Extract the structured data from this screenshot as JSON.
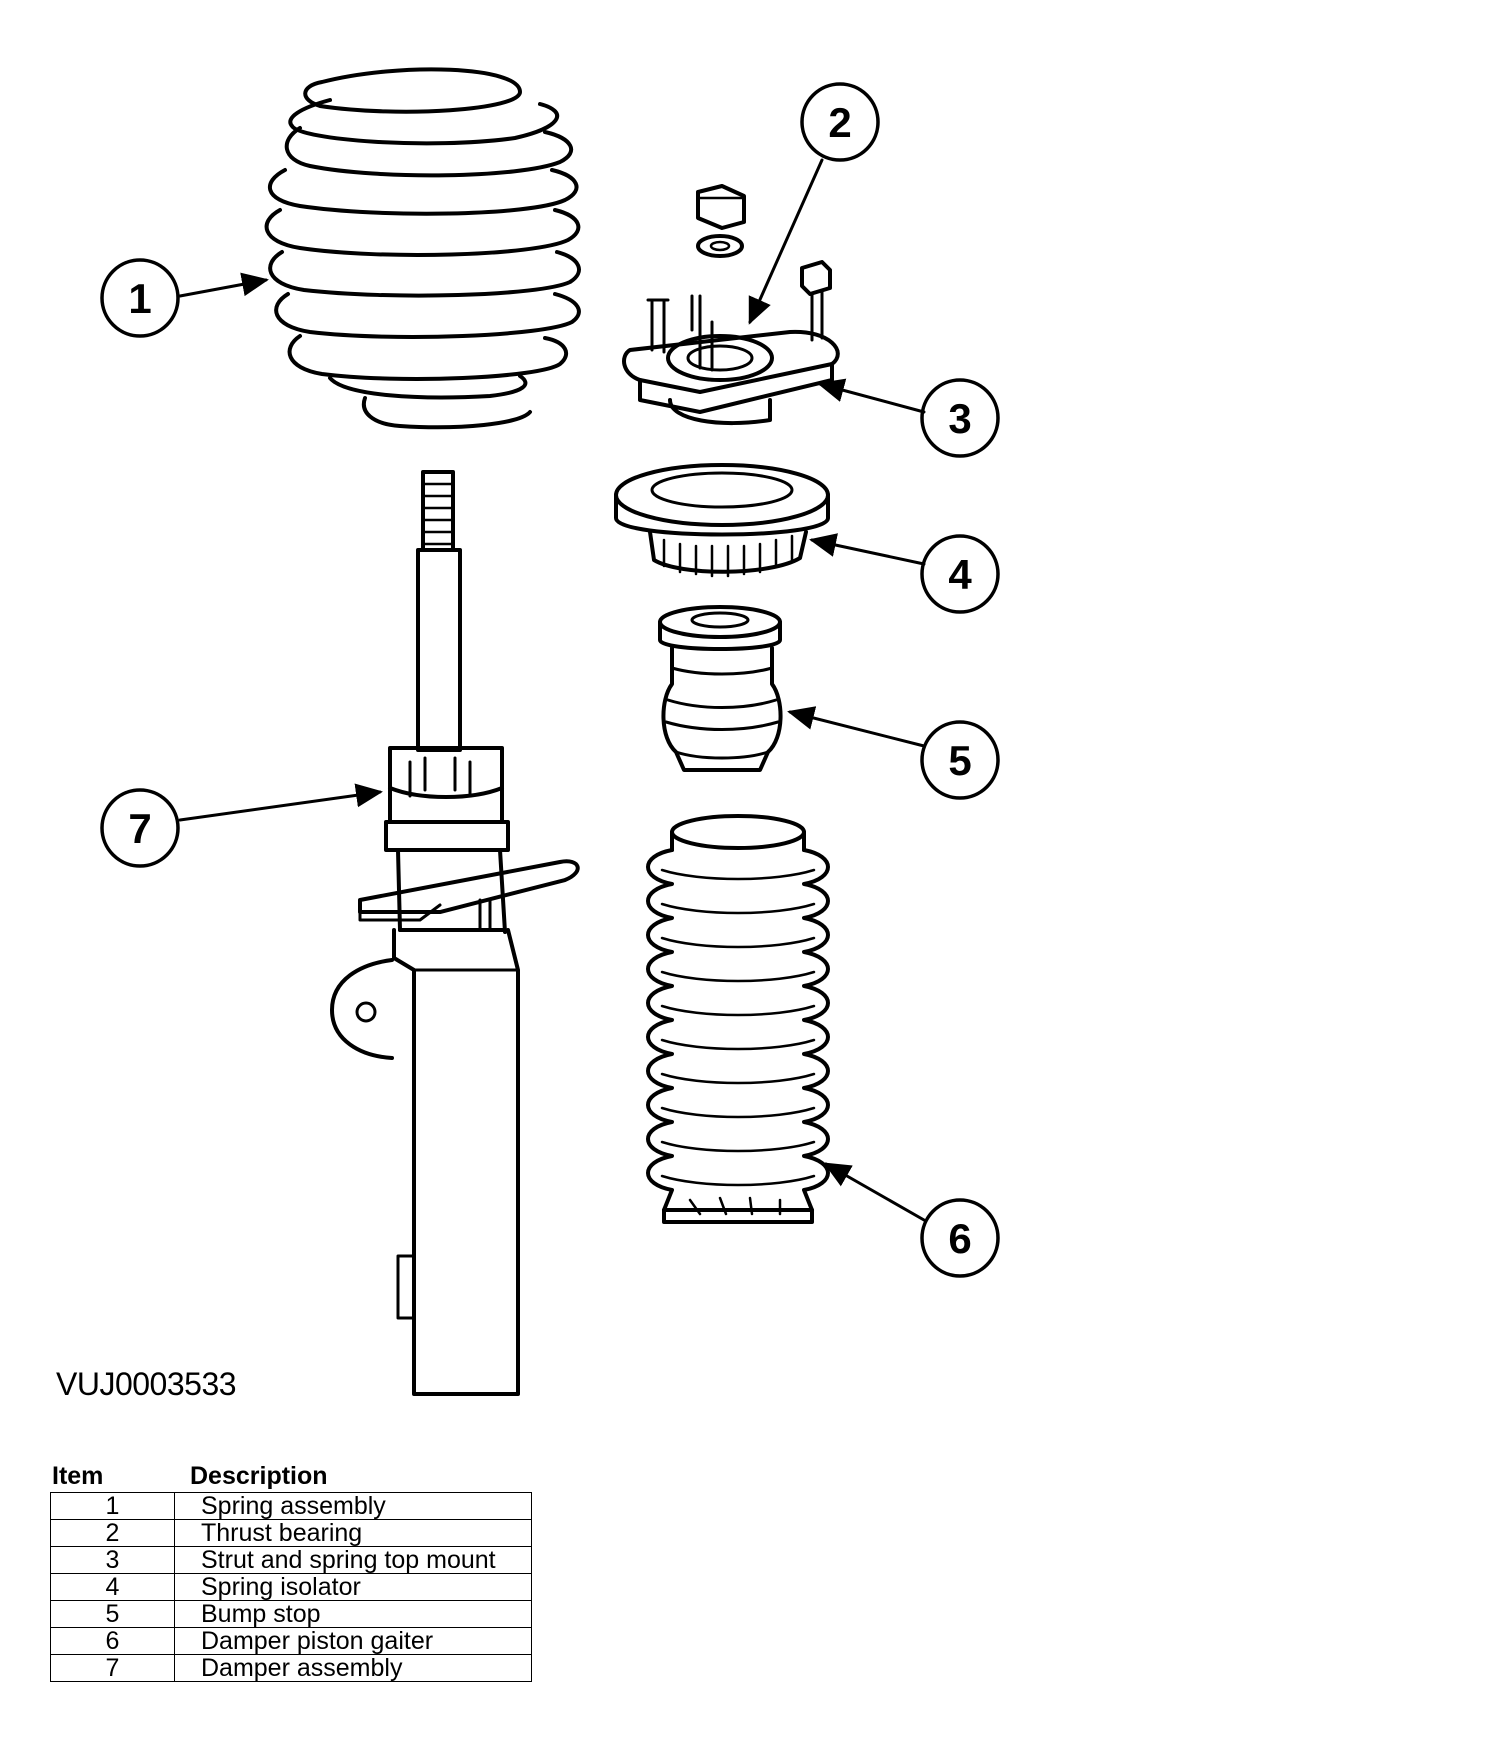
{
  "callouts": [
    "1",
    "2",
    "3",
    "4",
    "5",
    "6",
    "7"
  ],
  "figure_id": "VUJ0003533",
  "legend": {
    "header_item": "Item",
    "header_description": "Description",
    "rows": [
      {
        "item": "1",
        "description": "Spring assembly"
      },
      {
        "item": "2",
        "description": "Thrust bearing"
      },
      {
        "item": "3",
        "description": "Strut and spring top mount"
      },
      {
        "item": "4",
        "description": "Spring isolator"
      },
      {
        "item": "5",
        "description": "Bump stop"
      },
      {
        "item": "6",
        "description": "Damper piston gaiter"
      },
      {
        "item": "7",
        "description": "Damper assembly"
      }
    ]
  }
}
